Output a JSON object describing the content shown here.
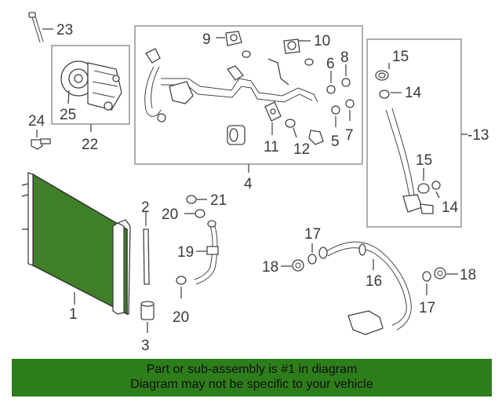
{
  "diagram": {
    "callouts": [
      {
        "id": "c1",
        "text": "1"
      },
      {
        "id": "c2",
        "text": "2"
      },
      {
        "id": "c3",
        "text": "3"
      },
      {
        "id": "c4",
        "text": "4"
      },
      {
        "id": "c5",
        "text": "5"
      },
      {
        "id": "c6",
        "text": "6"
      },
      {
        "id": "c7",
        "text": "7"
      },
      {
        "id": "c8",
        "text": "8"
      },
      {
        "id": "c9",
        "text": "9"
      },
      {
        "id": "c10",
        "text": "10"
      },
      {
        "id": "c11",
        "text": "11"
      },
      {
        "id": "c12",
        "text": "12"
      },
      {
        "id": "c13",
        "text": "-13"
      },
      {
        "id": "c14a",
        "text": "14"
      },
      {
        "id": "c14b",
        "text": "14"
      },
      {
        "id": "c15a",
        "text": "15"
      },
      {
        "id": "c15b",
        "text": "15"
      },
      {
        "id": "c16",
        "text": "16"
      },
      {
        "id": "c17a",
        "text": "17"
      },
      {
        "id": "c17b",
        "text": "17"
      },
      {
        "id": "c18a",
        "text": "18"
      },
      {
        "id": "c18b",
        "text": "18"
      },
      {
        "id": "c19",
        "text": "19"
      },
      {
        "id": "c20a",
        "text": "20"
      },
      {
        "id": "c20b",
        "text": "20"
      },
      {
        "id": "c21",
        "text": "21"
      },
      {
        "id": "c22",
        "text": "22"
      },
      {
        "id": "c23",
        "text": "23"
      },
      {
        "id": "c24",
        "text": "24"
      },
      {
        "id": "c25",
        "text": "25"
      }
    ],
    "colors": {
      "condenser": "#3f7f27",
      "footer": "#2e7d1b"
    }
  },
  "footer": {
    "line1": "Part or sub-assembly is #1 in diagram",
    "line2": "Diagram may not be specific to your vehicle"
  }
}
